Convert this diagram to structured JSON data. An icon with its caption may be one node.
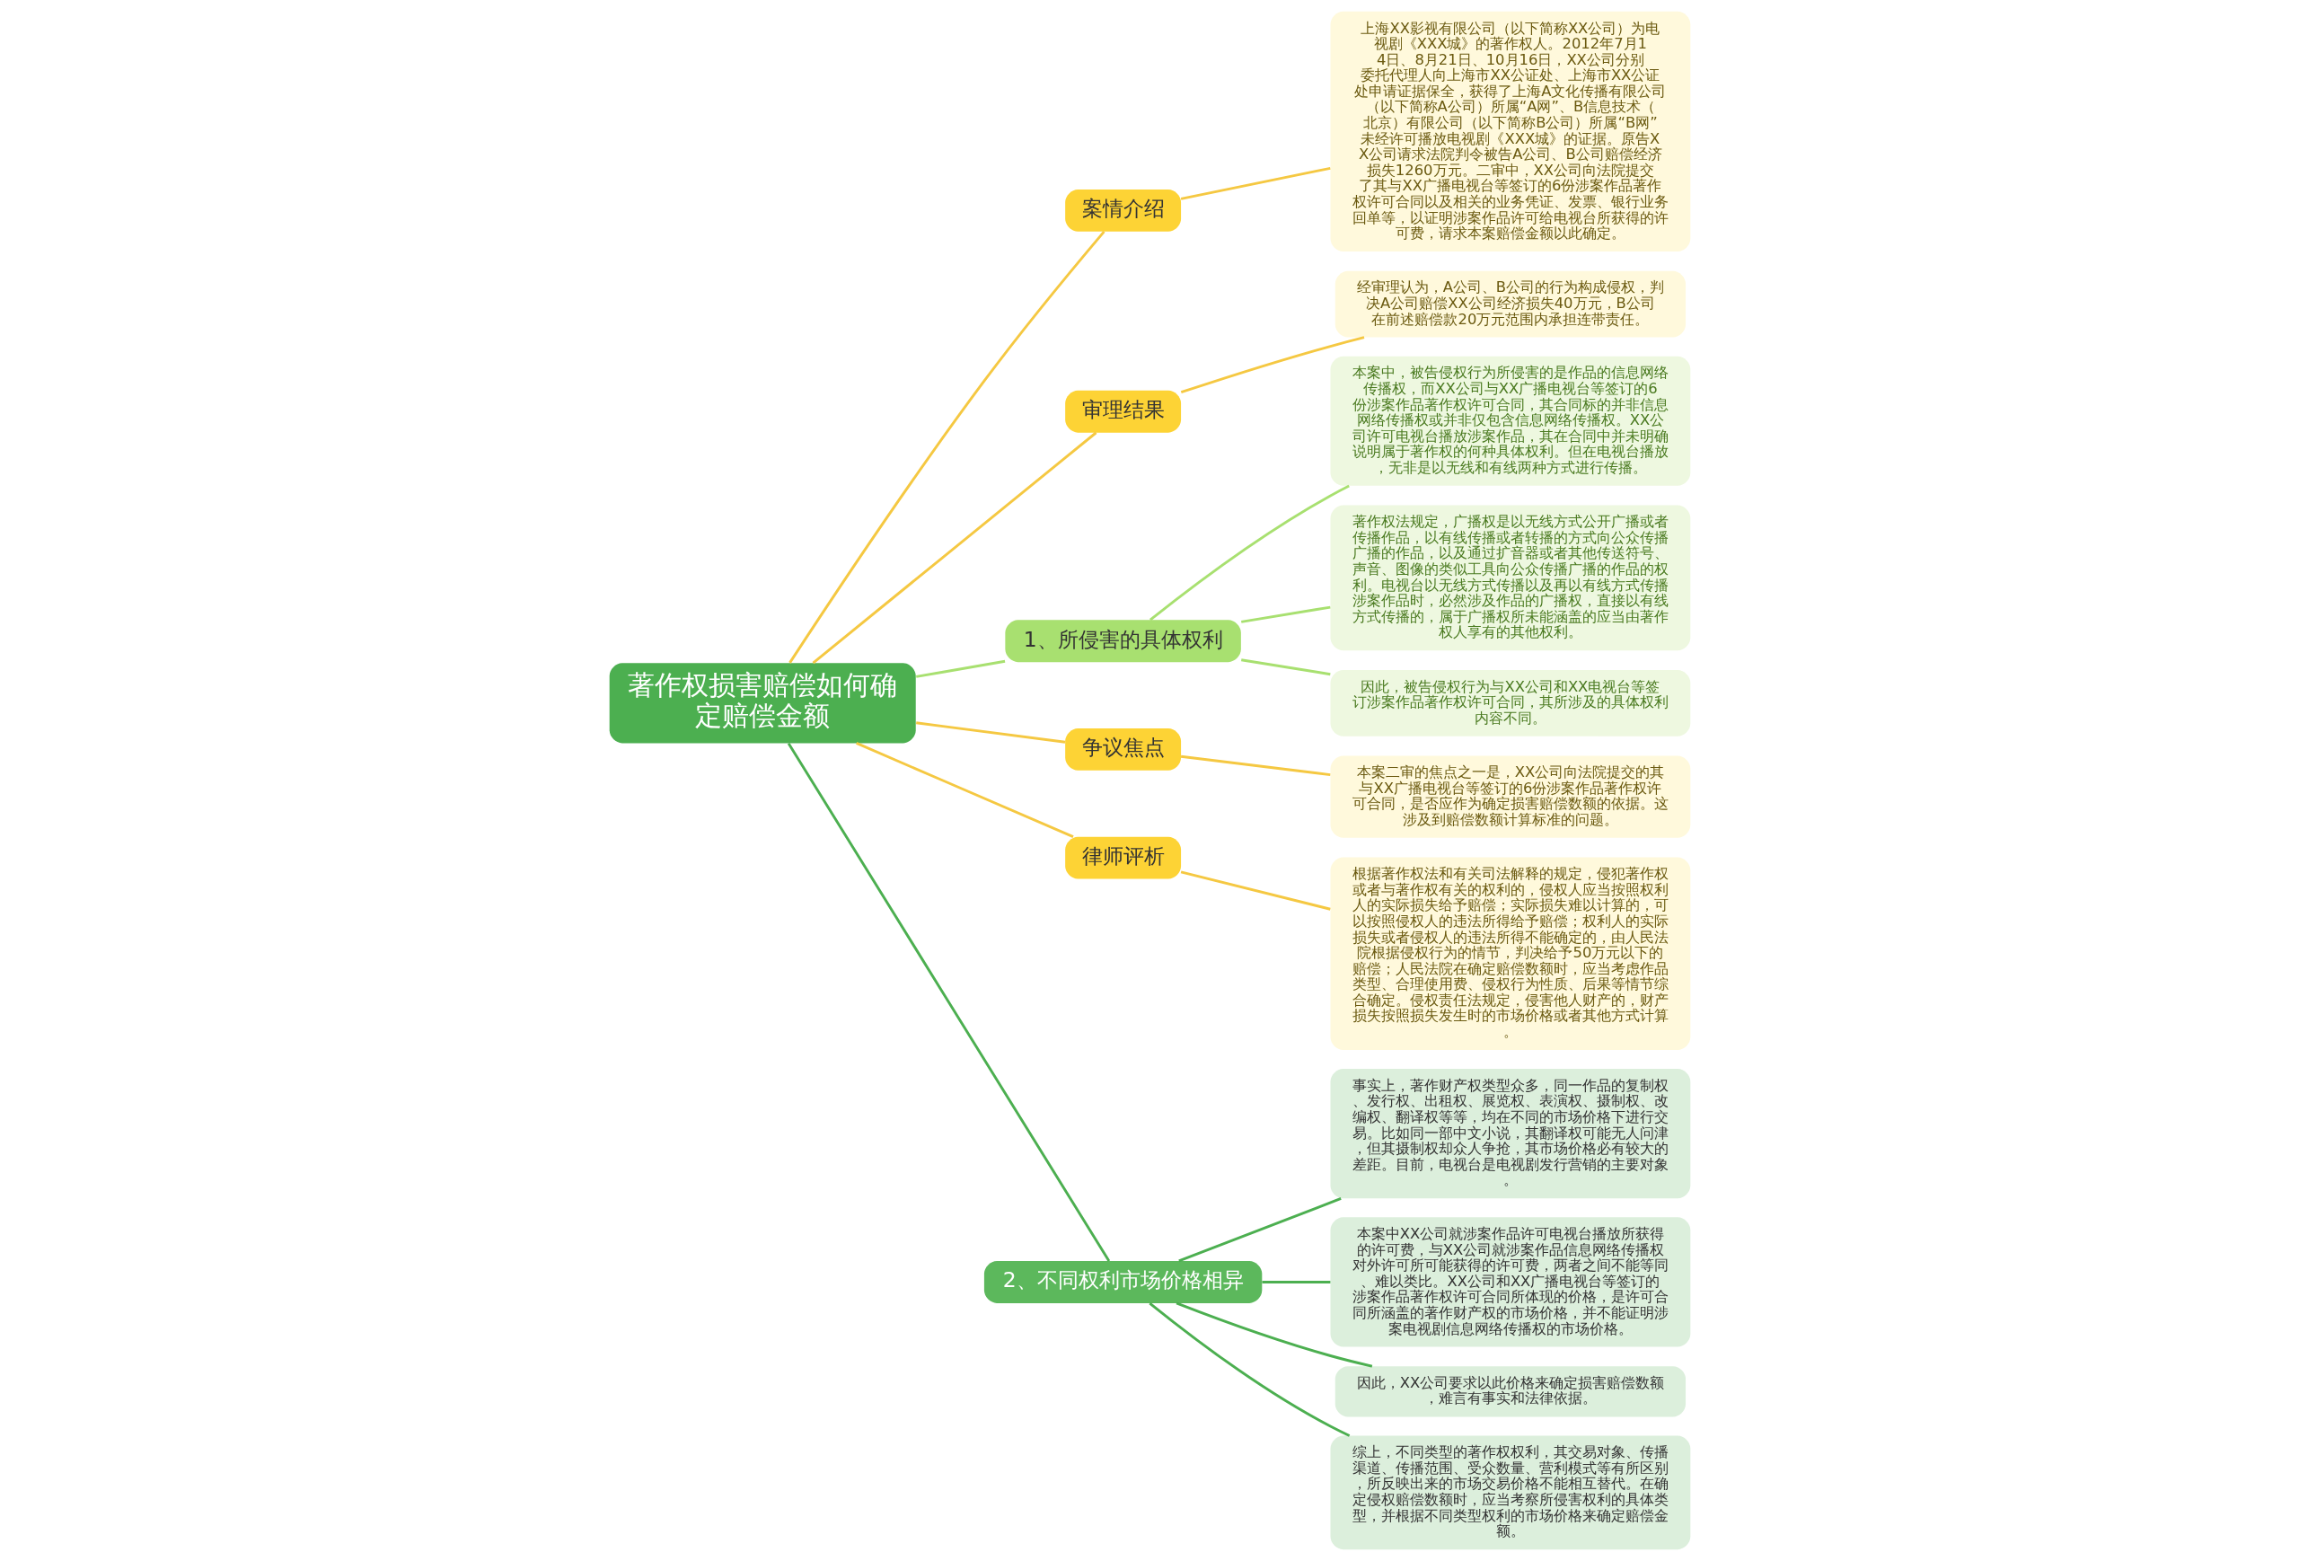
{
  "diagram": {
    "nodes": [
      {
        "text": [
          "著作权损害赔偿如何确定赔偿金额"
        ]
      },
      {
        "text": [
          "案情介绍"
        ]
      },
      {
        "text": [
          "上海XX影视有限公司（以下简称XX公司）为电视剧《XXX城》的著作权人。2012年7月14日、8月21日、10月16日，XX公司分别委托代理人向上海市XX公证处、上海市XX公证处申请证据保全，获得了上海A文化传播有限公司（以下简称A公司）所属“A网”、B信息技术（北京）有限公司（以下简称B公司）所属“B网”未经许可播放电视剧《XXX城》的证据。原告XX公司请求法院判令被告A公司、B公司赔偿经济损失1260万元。二审中，XX公司向法院提交了其与XX广播电视台等签订的6份涉案作品著作权许可合同以及相关的业务凭证、发票、银行业务回单等，以证明涉案作品许可给电视台所获得的许可费，请求本案赔偿金额以此确定。"
        ]
      },
      {
        "text": [
          "审理结果"
        ]
      },
      {
        "text": [
          "经审理认为，A公司、B公司的行为构成侵权，判决A公司赔偿XX公司经济损失40万元，B公司在前述赔偿款20万元范围内承担连带责任。"
        ]
      },
      {
        "text": [
          "1、所侵害的具体权利"
        ]
      },
      {
        "text": [
          "本案中，被告侵权行为所侵害的是作品的信息网络传播权，而XX公司与XX广播电视台等签订的6份涉案作品著作权许可合同，其合同标的并非信息网络传播权或并非仅包含信息网络传播权。XX公司许可电视台播放涉案作品，其在合同中并未明确说明属于著作权的何种具体权利。但在电视台播放，无非是以无线和有线两种方式进行传播。"
        ]
      },
      {
        "text": [
          "著作权法规定，广播权是以无线方式公开广播或者传播作品，以有线传播或者转播的方式向公众传播广播的作品，以及通过扩音器或者其他传送符号、声音、图像的类似工具向公众传播广播的作品的权利。电视台以无线方式传播以及再以有线方式传播涉案作品时，必然涉及作品的广播权，直接以有线方式传播的，属于广播权所未能涵盖的应当由著作权人享有的其他权利。"
        ]
      },
      {
        "text": [
          "因此，被告侵权行为与XX公司和XX电视台等签订涉案作品著作权许可合同，其所涉及的具体权利内容不同。"
        ]
      },
      {
        "text": [
          "争议焦点"
        ]
      },
      {
        "text": [
          "本案二审的焦点之一是，XX公司向法院提交的其与XX广播电视台等签订的6份涉案作品著作权许可合同，是否应作为确定损害赔偿数额的依据。这涉及到赔偿数额计算标准的问题。"
        ]
      },
      {
        "text": [
          "律师评析"
        ]
      },
      {
        "text": [
          "根据著作权法和有关司法解释的规定，侵犯著作权或者与著作权有关的权利的，侵权人应当按照权利人的实际损失给予赔偿；实际损失难以计算的，可以按照侵权人的违法所得给予赔偿；权利人的实际损失或者侵权人的违法所得不能确定的，由人民法院根据侵权行为的情节，判决给予50万元以下的赔偿；人民法院在确定赔偿数额时，应当考虑作品类型、合理使用费、侵权行为性质、后果等情节综合确定。侵权责任法规定，侵害他人财产的，财产损失按照损失发生时的市场价格或者其他方式计算。"
        ]
      },
      {
        "text": [
          "2、不同权利市场价格相异"
        ]
      },
      {
        "text": [
          "事实上，著作财产权类型众多，同一作品的复制权、发行权、出租权、展览权、表演权、摄制权、改编权、翻译权等等，均在不同的市场价格下进行交易。比如同一部中文小说，其翻译权可能无人问津，但其摄制权却众人争抢，其市场价格必有较大的差距。目前，电视台是电视剧发行营销的主要对象。"
        ]
      },
      {
        "text": [
          "本案中XX公司就涉案作品许可电视台播放所获得的许可费，与XX公司就涉案作品信息网络传播权对外许可所可能获得的许可费，两者之间不能等同、难以类比。XX公司和XX广播电视台等签订的涉案作品著作权许可合同所体现的价格，是许可合同所涵盖的著作财产权的市场价格，并不能证明涉案电视剧信息网络传播权的市场价格。"
        ]
      },
      {
        "text": [
          "因此，XX公司要求以此价格来确定损害赔偿数额，难言有事实和法律依据。"
        ]
      },
      {
        "text": [
          "综上，不同类型的著作权权利，其交易对象、传播渠道、传播范围、受众数量、营利模式等有所区别，所反映出来的市场交易价格不能相互替代。在确定侵权赔偿数额时，应当考察所侵害权利的具体类型，并根据不同类型权利的市场价格来确定赔偿金额。"
        ]
      }
    ],
    "edges": [
      {
        "from": 0,
        "to": 1,
        "arrow": "none"
      },
      {
        "from": 1,
        "to": 2,
        "arrow": "none"
      },
      {
        "from": 0,
        "to": 3,
        "arrow": "none"
      },
      {
        "from": 3,
        "to": 4,
        "arrow": "none"
      },
      {
        "from": 0,
        "to": 5,
        "arrow": "none",
        "color": "#a8e070"
      },
      {
        "from": 5,
        "to": 6,
        "arrow": "none",
        "color": "#a8e070"
      },
      {
        "from": 5,
        "to": 7,
        "arrow": "none",
        "color": "#a8e070"
      },
      {
        "from": 5,
        "to": 8,
        "arrow": "none",
        "color": "#a8e070"
      },
      {
        "from": 0,
        "to": 9,
        "arrow": "none"
      },
      {
        "from": 9,
        "to": 10,
        "arrow": "none"
      },
      {
        "from": 0,
        "to": 11,
        "arrow": "none"
      },
      {
        "from": 11,
        "to": 12,
        "arrow": "none"
      },
      {
        "from": 0,
        "to": 13,
        "arrow": "none",
        "color": "#4caf50"
      },
      {
        "from": 13,
        "to": 14,
        "arrow": "none",
        "color": "#4caf50"
      },
      {
        "from": 13,
        "to": 15,
        "arrow": "none",
        "color": "#4caf50"
      },
      {
        "from": 13,
        "to": 16,
        "arrow": "none",
        "color": "#4caf50"
      },
      {
        "from": 13,
        "to": 17,
        "arrow": "none",
        "color": "#4caf50"
      }
    ]
  }
}
